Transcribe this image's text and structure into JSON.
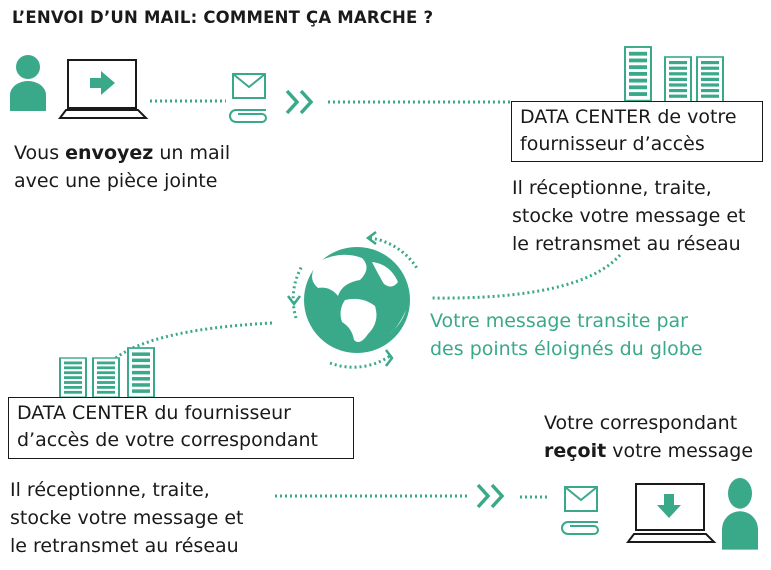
{
  "title": "L’ENVOI D’UN MAIL: COMMENT ÇA MARCHE ?",
  "colors": {
    "accent": "#3aa98a",
    "text": "#1a1a1a"
  },
  "steps": {
    "sender": {
      "line1_prefix": "Vous ",
      "line1_bold": "envoyez",
      "line1_suffix": " un mail",
      "line2": "avec une pièce jointe"
    },
    "isp_datacenter": {
      "box_line1": "DATA CENTER de votre",
      "box_line2": "fournisseur d’accès",
      "desc_line1": "Il réceptionne, traite,",
      "desc_line2": "stocke votre message et",
      "desc_line3": "le retransmet au réseau"
    },
    "transit": {
      "line1": "Votre message transite par",
      "line2": "des points éloignés du globe"
    },
    "recipient_datacenter": {
      "box_line1": "DATA CENTER du fournisseur",
      "box_line2": "d’accès de votre correspondant",
      "desc_line1": "Il réceptionne, traite,",
      "desc_line2": "stocke votre message et",
      "desc_line3": "le retransmet au réseau"
    },
    "recipient": {
      "line1": "Votre correspondant",
      "line2_bold": "reçoit",
      "line2_suffix": " votre message"
    }
  },
  "icons": [
    "person-icon",
    "laptop-upload-icon",
    "envelope-icon",
    "paperclip-icon",
    "double-chevron-icon",
    "server-rack-icon",
    "globe-icon",
    "laptop-download-icon"
  ]
}
